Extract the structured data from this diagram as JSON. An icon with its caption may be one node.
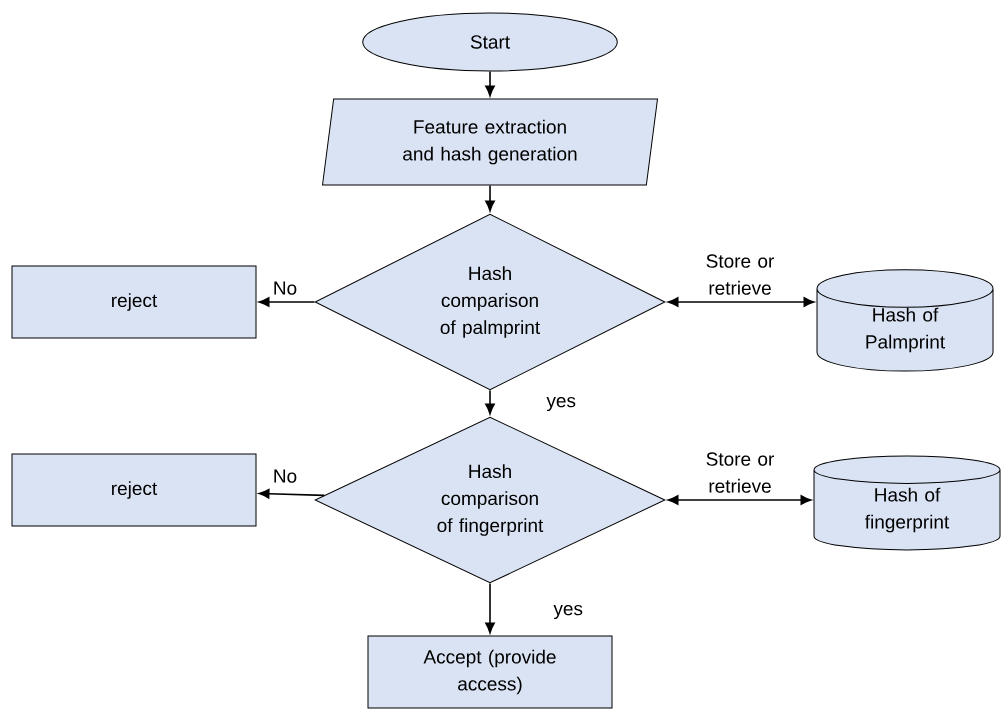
{
  "diagram": {
    "nodes": [
      {
        "text": [
          "Start"
        ]
      },
      {
        "text": [
          "Feature extraction and hash generation"
        ]
      },
      {
        "text": [
          "Hash comparison of palmprint"
        ]
      },
      {
        "text": [
          "reject"
        ]
      },
      {
        "text": [
          "Hash of Palmprint"
        ]
      },
      {
        "text": [
          "Hash comparison of fingerprint"
        ]
      },
      {
        "text": [
          "reject"
        ]
      },
      {
        "text": [
          "Hash of fingerprint"
        ]
      },
      {
        "text": [
          "Accept (provide access)"
        ]
      }
    ],
    "edges": [
      {
        "from": 0,
        "to": 1,
        "arrow": "to"
      },
      {
        "from": 1,
        "to": 2,
        "arrow": "to"
      },
      {
        "from": 2,
        "to": 3,
        "arrow": "to",
        "label": "No"
      },
      {
        "from": 2,
        "to": 4,
        "arrow": "both",
        "label": "Store or retrieve"
      },
      {
        "from": 2,
        "to": 5,
        "arrow": "to",
        "label": "yes"
      },
      {
        "from": 5,
        "to": 6,
        "arrow": "to",
        "label": "No"
      },
      {
        "from": 5,
        "to": 7,
        "arrow": "both",
        "label": "Store or retrieve"
      },
      {
        "from": 5,
        "to": 8,
        "arrow": "to",
        "label": "yes"
      }
    ]
  }
}
